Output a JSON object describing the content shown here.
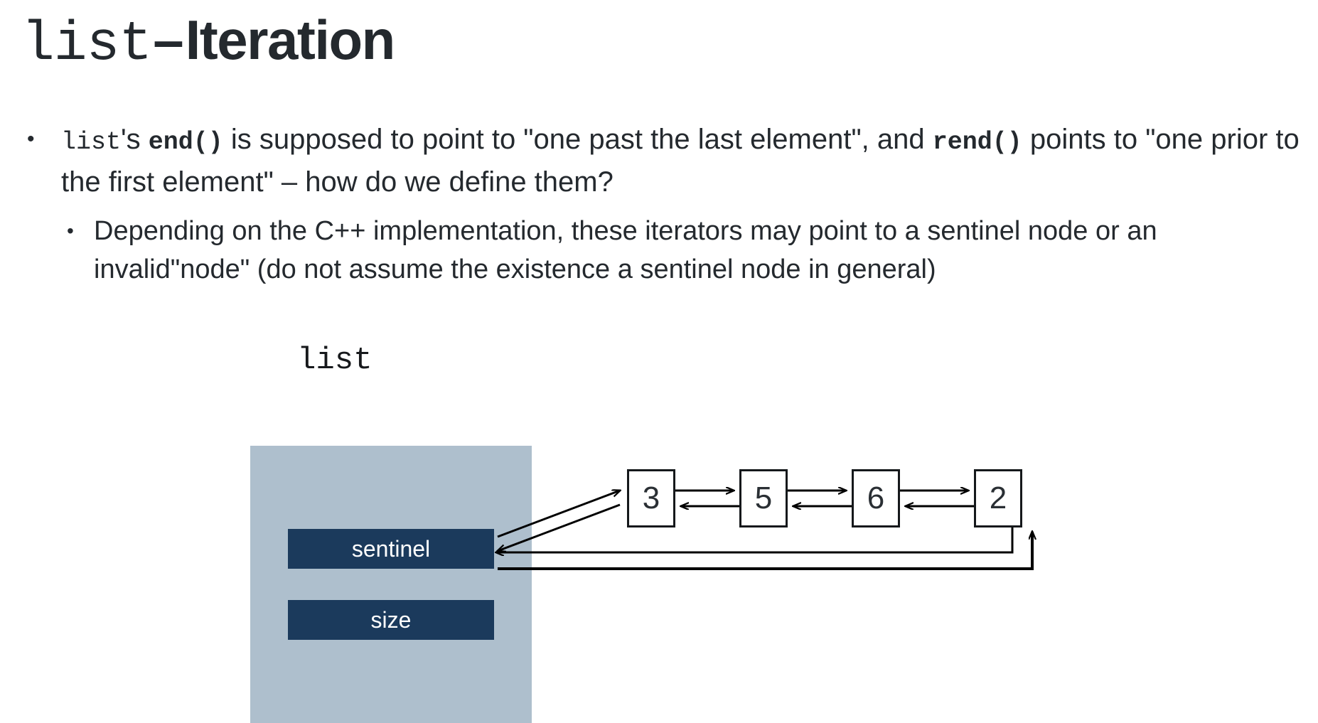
{
  "title": {
    "mono_part": "list",
    "dash": "–",
    "bold_part": "Iteration"
  },
  "bullets": {
    "level1": {
      "marker": "•",
      "seg1_code": "list",
      "seg2": "'s ",
      "seg3_code": "end()",
      "seg4": " is supposed to point to \"one past the last element\", and ",
      "seg5_code": "rend()",
      "seg6": " points to \"one prior to the first element\" – how do we define them?"
    },
    "level2": {
      "marker": "•",
      "text": "Depending on the C++ implementation, these iterators may point to a sentinel node or an invalid\"node\" (do not assume the existence a sentinel node in general)"
    }
  },
  "diagram": {
    "list_label": "list",
    "fields": [
      {
        "name": "sentinel",
        "label": "sentinel"
      },
      {
        "name": "size",
        "label": "size"
      }
    ],
    "nodes": [
      {
        "value": "3"
      },
      {
        "value": "5"
      },
      {
        "value": "6"
      },
      {
        "value": "2"
      }
    ],
    "colors": {
      "container_fill": "#aebfcd",
      "field_fill": "#1b3a5c",
      "field_text": "#ffffff",
      "node_stroke": "#15181b",
      "node_fill": "#ffffff",
      "arrow": "#000000",
      "text": "#24292e"
    }
  }
}
